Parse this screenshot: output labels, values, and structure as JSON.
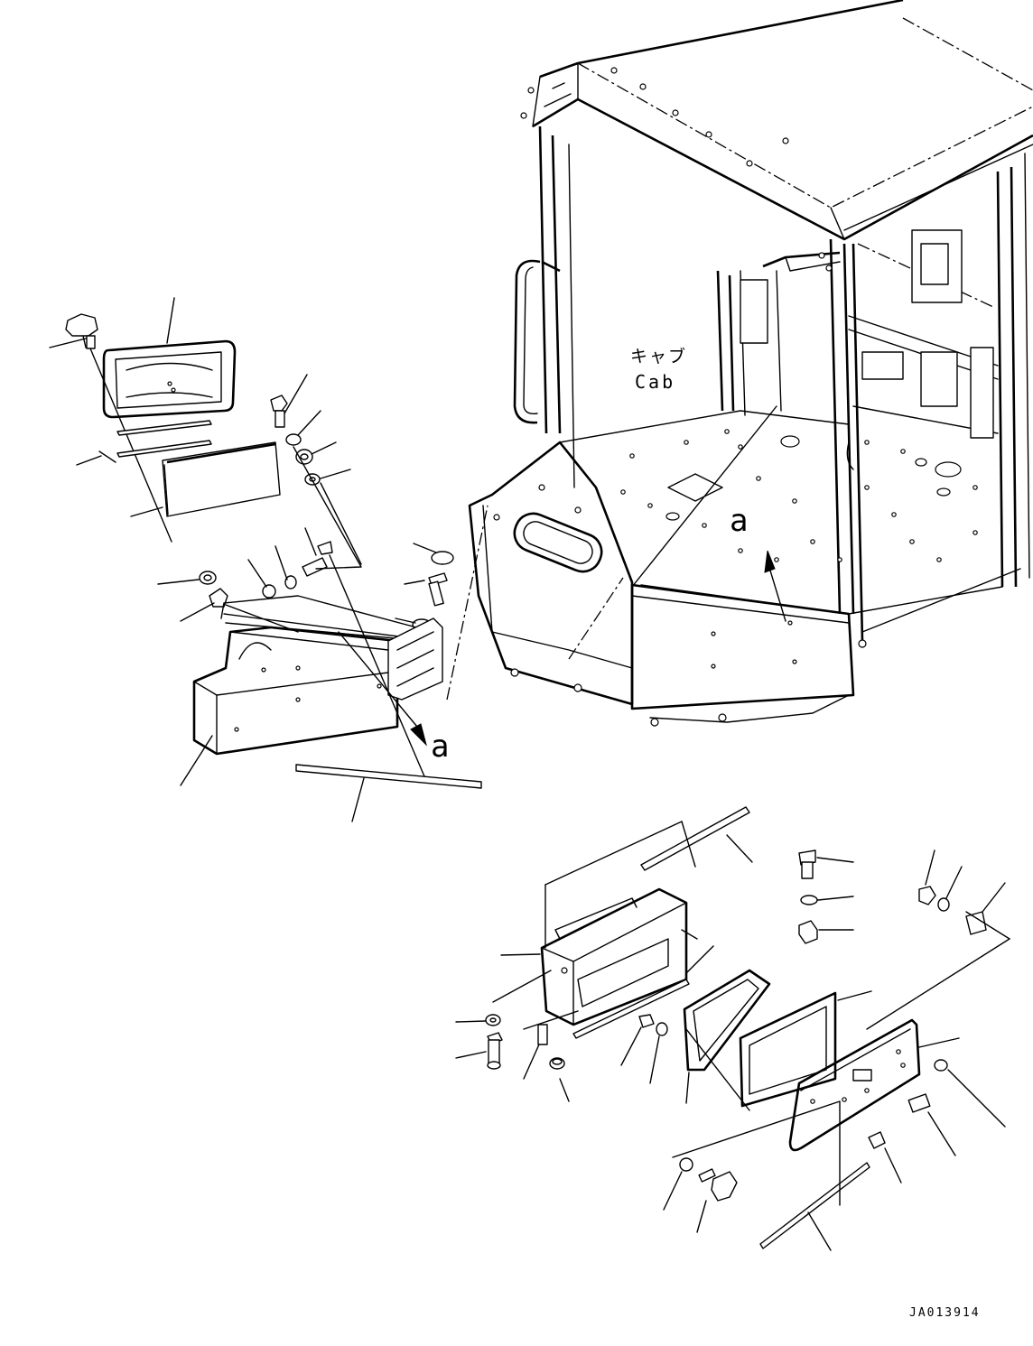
{
  "labels": {
    "cab_jp": "キャブ",
    "cab_en": "Cab",
    "view_marker_cab": "a",
    "view_marker_assembly": "a"
  },
  "drawing_id": "JA013914"
}
